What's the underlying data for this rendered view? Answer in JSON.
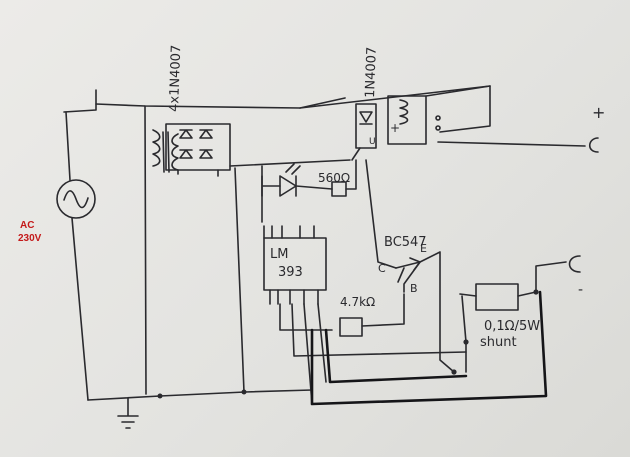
{
  "source_labels": {
    "line1": "AC",
    "line2": "230V"
  },
  "components": {
    "bridge_diodes": "4x1N4007",
    "relay_diode": "1N4007",
    "led_resistor": "560Ω",
    "comparator_line1": "LM",
    "comparator_line2": "393",
    "base_resistor": "4.7kΩ",
    "transistor": "BC547",
    "shunt_value": "0,1Ω/5W",
    "shunt_word": "shunt"
  },
  "pin_labels": {
    "emitter": "E",
    "collector": "C",
    "base": "B",
    "relay_coil": "U"
  },
  "output_terminals": {
    "positive": "+",
    "negative": "-",
    "relay_plus": "+"
  },
  "colors": {
    "ink": "#2a2a2e",
    "annotation": "#c41a1a",
    "paper": "#e6e6e4"
  }
}
